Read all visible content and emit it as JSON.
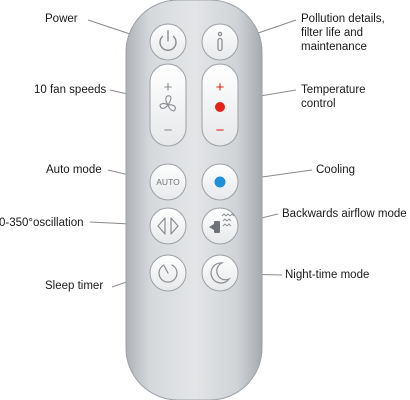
{
  "labels": {
    "power": "Power",
    "pollution_line1": "Pollution details,",
    "pollution_line2": "filter life and",
    "pollution_line3": "maintenance",
    "fan_speeds": "10 fan speeds",
    "temperature_line1": "Temperature",
    "temperature_line2": "control",
    "auto_mode": "Auto mode",
    "cooling": "Cooling",
    "oscillation": "0-350°oscillation",
    "backwards_airflow": "Backwards airflow mode",
    "sleep_timer": "Sleep timer",
    "night_time": "Night-time mode"
  },
  "remote": {
    "auto_button_text": "AUTO",
    "plus_symbol": "+",
    "minus_symbol": "−",
    "info_symbol": "i"
  },
  "colors": {
    "remote_body": "#c9ccd0",
    "button_face": "#f4f5f6",
    "icon_gray": "#8a8d91",
    "heat_red": "#e2231a",
    "cool_blue": "#1f8fd6",
    "leader_line": "#8a8a8a"
  },
  "icons": [
    "power-icon",
    "info-icon",
    "fan-icon",
    "auto-icon",
    "oscillation-icon",
    "airflow-icon",
    "sleep-timer-icon",
    "moon-icon"
  ]
}
